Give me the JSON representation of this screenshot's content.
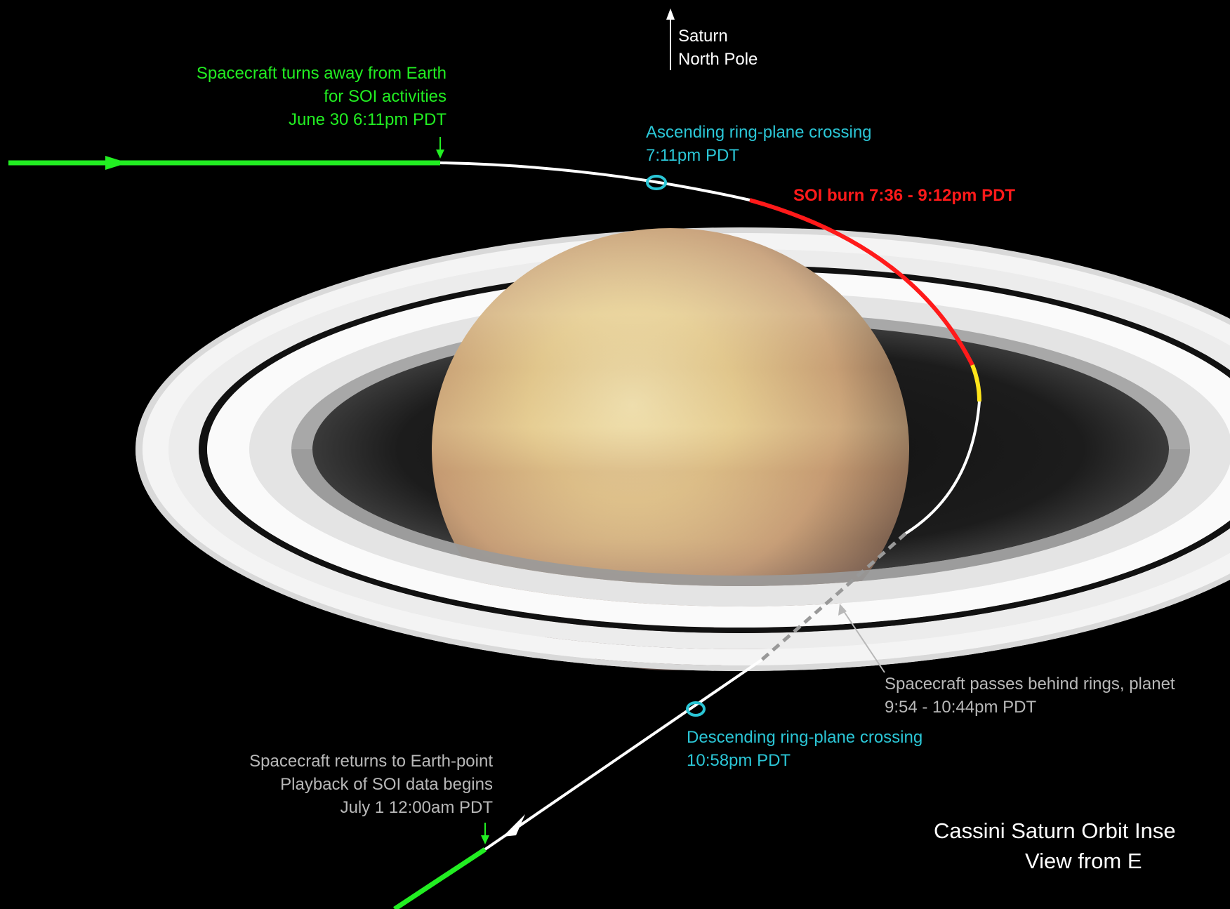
{
  "labels": {
    "north_pole": [
      "Saturn",
      "North Pole"
    ],
    "turn_away": [
      "Spacecraft turns away from Earth",
      "for SOI activities",
      "June 30 6:11pm PDT"
    ],
    "ascending": [
      "Ascending ring-plane crossing",
      "7:11pm PDT"
    ],
    "soi_burn": "SOI burn 7:36 - 9:12pm PDT",
    "behind_rings": [
      "Spacecraft passes behind rings, planet",
      "9:54 - 10:44pm PDT"
    ],
    "descending": [
      "Descending ring-plane crossing",
      "10:58pm PDT"
    ],
    "returns": [
      "Spacecraft returns to Earth-point",
      "Playback of SOI data begins",
      "July 1 12:00am PDT"
    ],
    "title": [
      "Cassini Saturn Orbit Inse",
      "View from E"
    ]
  },
  "colors": {
    "background": "#000000",
    "earth_pointed": "#22ee22",
    "soi_burn": "#ff1a1a",
    "ring_crossing": "#2bc6d6",
    "trajectory": "#ffffff"
  }
}
